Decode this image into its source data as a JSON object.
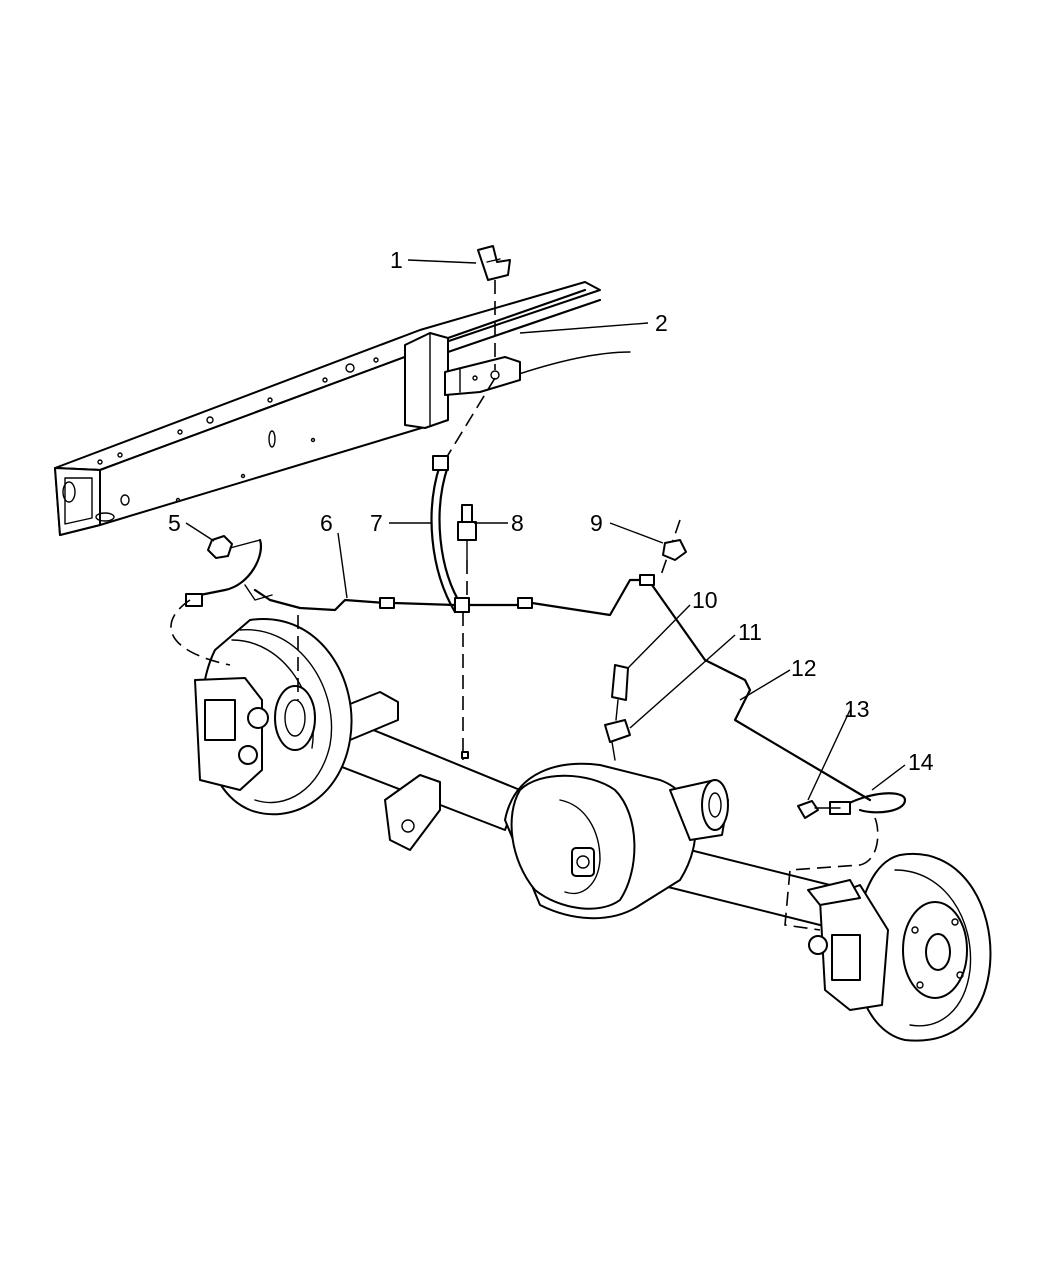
{
  "callouts": [
    {
      "id": "1",
      "label": "1"
    },
    {
      "id": "2",
      "label": "2"
    },
    {
      "id": "5",
      "label": "5"
    },
    {
      "id": "6",
      "label": "6"
    },
    {
      "id": "7",
      "label": "7"
    },
    {
      "id": "8",
      "label": "8"
    },
    {
      "id": "9",
      "label": "9"
    },
    {
      "id": "10",
      "label": "10"
    },
    {
      "id": "11",
      "label": "11"
    },
    {
      "id": "12",
      "label": "12"
    },
    {
      "id": "13",
      "label": "13"
    },
    {
      "id": "14",
      "label": "14"
    }
  ]
}
